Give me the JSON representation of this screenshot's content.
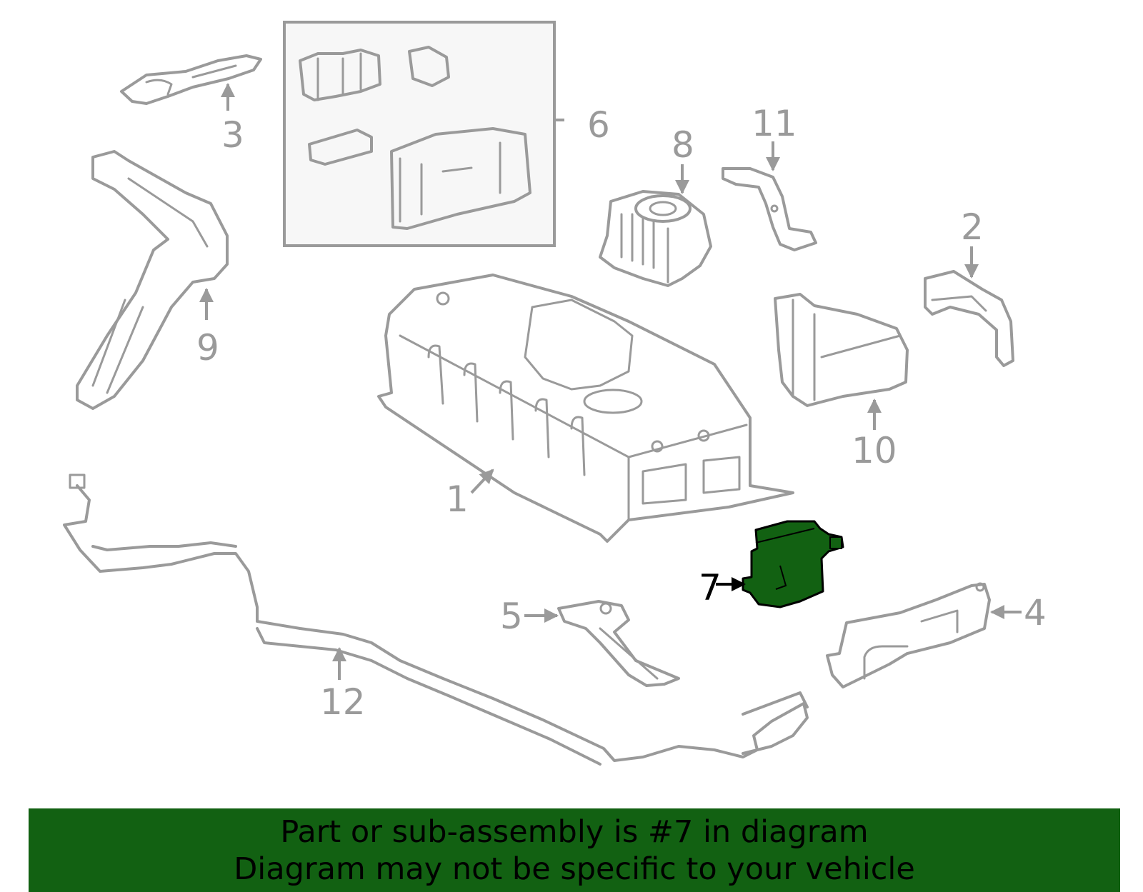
{
  "colors": {
    "line_art": "#9a9a9a",
    "highlight": "#126112",
    "banner_bg": "#126112",
    "banner_text": "#000000"
  },
  "callouts": [
    {
      "id": "1",
      "label": "1"
    },
    {
      "id": "2",
      "label": "2"
    },
    {
      "id": "3",
      "label": "3"
    },
    {
      "id": "4",
      "label": "4"
    },
    {
      "id": "5",
      "label": "5"
    },
    {
      "id": "6",
      "label": "6"
    },
    {
      "id": "7",
      "label": "7",
      "highlighted": true
    },
    {
      "id": "8",
      "label": "8"
    },
    {
      "id": "9",
      "label": "9"
    },
    {
      "id": "10",
      "label": "10"
    },
    {
      "id": "11",
      "label": "11"
    },
    {
      "id": "12",
      "label": "12"
    }
  ],
  "banner": {
    "line1": "Part or sub-assembly is #7 in diagram",
    "line2": "Diagram may not be specific to your vehicle"
  }
}
